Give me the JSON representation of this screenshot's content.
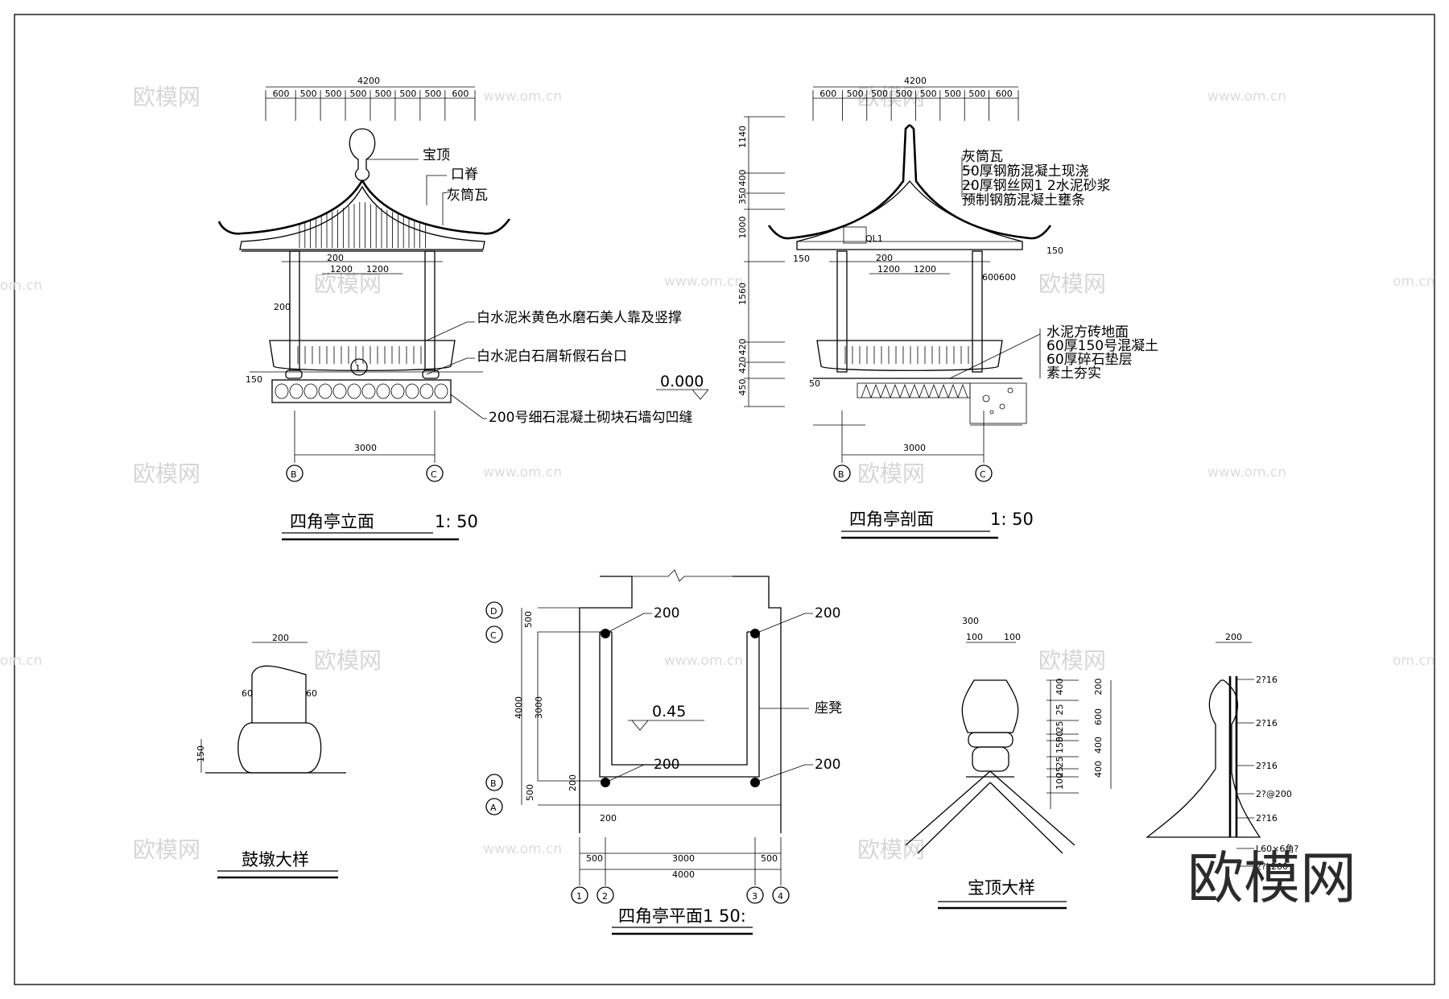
{
  "watermarks": {
    "brand": "欧模网",
    "url": "www.om.cn",
    "url_edge": "om.cn"
  },
  "logo": "欧模网",
  "elevation": {
    "title": "四角亭立面",
    "scale": "1: 50",
    "top_total": "4200",
    "top_dims": [
      "600",
      "500",
      "500",
      "500",
      "500",
      "500",
      "500",
      "600"
    ],
    "post_span": "3000",
    "inner_dims": [
      "1200",
      "1200"
    ],
    "dim_200a": "200",
    "dim_200b": "200",
    "dim_150": "150",
    "axis_left": "B",
    "axis_right": "C",
    "axis_mid": "1",
    "labels": {
      "finial": "宝顶",
      "ridge": "口脊",
      "tile": "灰筒瓦",
      "bench": "白水泥米黄色水磨石美人靠及竖撑",
      "platform": "白水泥白石屑斩假石台口",
      "wall": "200号细石混凝土砌块石墙勾凹缝"
    },
    "level": "0.000"
  },
  "section": {
    "title": "四角亭剖面",
    "scale": "1: 50",
    "top_total": "4200",
    "top_dims": [
      "600",
      "500",
      "500",
      "500",
      "500",
      "500",
      "500",
      "600"
    ],
    "left_dims": [
      "1140",
      "400",
      "350",
      "1000",
      "1560",
      "420",
      "420",
      "450"
    ],
    "post_span": "3000",
    "inner_dims": [
      "1200",
      "1200"
    ],
    "dim_200": "200",
    "dim_150a": "150",
    "dim_150b": "150",
    "dim_50": "50",
    "dim_600600": "600600",
    "beam": "QL1",
    "axis_left": "B",
    "axis_right": "C",
    "roof_layers": [
      "灰筒瓦",
      "50厚钢筋混凝土现浇",
      "20厚钢丝网1 2水泥砂浆",
      "预制钢筋混凝土壅条"
    ],
    "floor_layers": [
      "水泥方砖地面",
      "60厚150号混凝土",
      "60厚碎石垫层",
      "素土夯实"
    ]
  },
  "plan": {
    "title": "四角亭平面1 50:",
    "level": "0.45",
    "bench_label": "座凳",
    "column_labels": [
      "200",
      "200",
      "200",
      "200"
    ],
    "left_dims_outer": [
      "500",
      "4000",
      "500"
    ],
    "left_dims_inner": [
      "3000"
    ],
    "dim_200v": "200",
    "dim_200h": "200",
    "bottom_dims": [
      "500",
      "3000",
      "500"
    ],
    "bottom_total": "4000",
    "axes_left": [
      "D",
      "C",
      "B",
      "A"
    ],
    "axes_bottom": [
      "1",
      "2",
      "3",
      "4"
    ]
  },
  "drum": {
    "title": "鼓墩大样",
    "dims": {
      "top": "200",
      "left": "60",
      "right": "60",
      "height": "150"
    }
  },
  "finial_detail": {
    "title": "宝顶大样",
    "dims": {
      "top": "300",
      "top_parts": [
        "100",
        "100"
      ],
      "right_col": [
        "200",
        "600",
        "400",
        "400"
      ],
      "mid_col": [
        "400",
        "25",
        "25",
        "50",
        "150",
        "25",
        "25",
        "100"
      ],
      "width_right": "200"
    },
    "rebar_labels": [
      "2?16",
      "2?16",
      "2?16",
      "2?@200",
      "2?16",
      "L60×6角? ",
      "2?L200"
    ]
  }
}
